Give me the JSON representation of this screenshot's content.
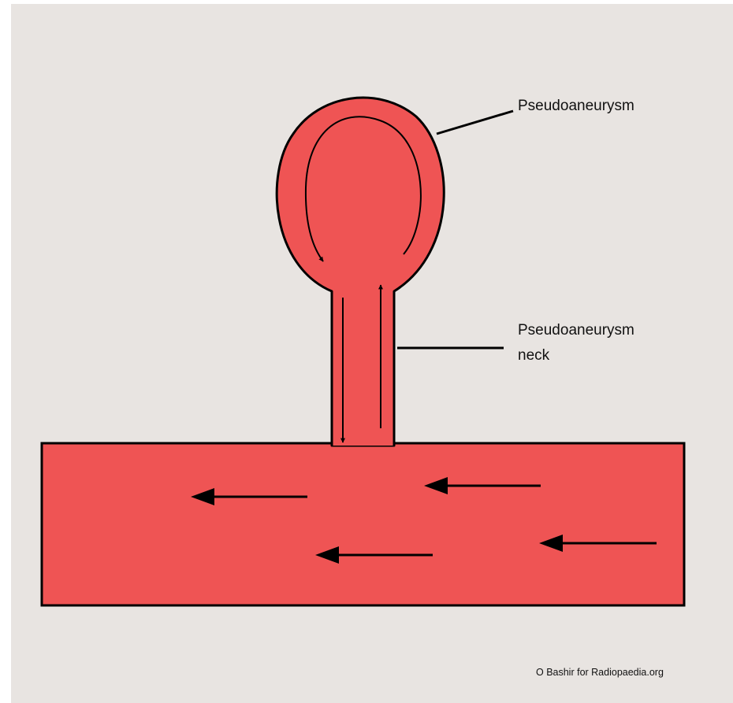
{
  "labels": {
    "pseudoaneurysm": "Pseudoaneurysm",
    "neck_line1": "Pseudoaneurysm",
    "neck_line2": "neck",
    "credit": "O Bashir for Radiopaedia.org"
  },
  "colors": {
    "background": "#e8e4e1",
    "vessel_fill": "#ef5454",
    "outline": "#000000"
  }
}
